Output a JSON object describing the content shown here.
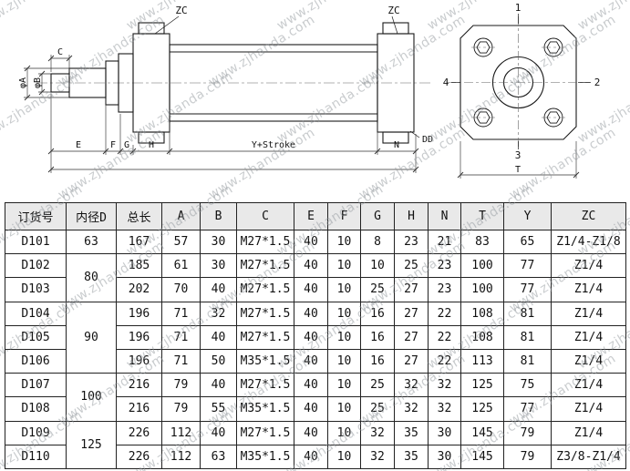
{
  "watermark": {
    "text": "www.zjhanda.com"
  },
  "drawing": {
    "labels": {
      "zc_left": "ZC",
      "zc_right": "ZC",
      "phi_a": "φA",
      "phi_b": "φB",
      "c": "C",
      "e": "E",
      "f": "F",
      "g": "G",
      "h": "H",
      "y_stroke": "Y+Stroke",
      "n": "N",
      "dd": "DD",
      "pos1": "1",
      "pos2": "2",
      "pos3": "3",
      "pos4": "4",
      "t": "T"
    }
  },
  "table": {
    "headers": [
      "订货号",
      "内径D",
      "总长",
      "A",
      "B",
      "C",
      "E",
      "F",
      "G",
      "H",
      "N",
      "T",
      "Y",
      "ZC"
    ],
    "rows": [
      {
        "bore": {
          "value": "63",
          "span": 1
        },
        "cells": [
          "D101",
          "167",
          "57",
          "30",
          "M27*1.5",
          "40",
          "10",
          "8",
          "23",
          "21",
          "83",
          "65",
          "Z1/4-Z1/8"
        ]
      },
      {
        "bore": {
          "value": "80",
          "span": 2
        },
        "cells": [
          "D102",
          "185",
          "61",
          "30",
          "M27*1.5",
          "40",
          "10",
          "10",
          "25",
          "23",
          "100",
          "77",
          "Z1/4"
        ]
      },
      {
        "cells": [
          "D103",
          "202",
          "70",
          "40",
          "M27*1.5",
          "40",
          "10",
          "25",
          "27",
          "23",
          "100",
          "77",
          "Z1/4"
        ]
      },
      {
        "bore": {
          "value": "90",
          "span": 3
        },
        "cells": [
          "D104",
          "196",
          "71",
          "32",
          "M27*1.5",
          "40",
          "10",
          "16",
          "27",
          "22",
          "108",
          "81",
          "Z1/4"
        ]
      },
      {
        "cells": [
          "D105",
          "196",
          "71",
          "40",
          "M27*1.5",
          "40",
          "10",
          "16",
          "27",
          "22",
          "108",
          "81",
          "Z1/4"
        ]
      },
      {
        "cells": [
          "D106",
          "196",
          "71",
          "50",
          "M35*1.5",
          "40",
          "10",
          "16",
          "27",
          "22",
          "113",
          "81",
          "Z1/4"
        ]
      },
      {
        "bore": {
          "value": "100",
          "span": 2
        },
        "cells": [
          "D107",
          "216",
          "79",
          "40",
          "M27*1.5",
          "40",
          "10",
          "25",
          "32",
          "32",
          "125",
          "75",
          "Z1/4"
        ]
      },
      {
        "cells": [
          "D108",
          "216",
          "79",
          "55",
          "M35*1.5",
          "40",
          "10",
          "25",
          "32",
          "32",
          "125",
          "77",
          "Z1/4"
        ]
      },
      {
        "bore": {
          "value": "125",
          "span": 2
        },
        "cells": [
          "D109",
          "226",
          "112",
          "40",
          "M27*1.5",
          "40",
          "10",
          "32",
          "35",
          "30",
          "145",
          "79",
          "Z1/4"
        ]
      },
      {
        "cells": [
          "D110",
          "226",
          "112",
          "63",
          "M35*1.5",
          "40",
          "10",
          "32",
          "35",
          "30",
          "145",
          "79",
          "Z3/8-Z1/4"
        ]
      }
    ]
  }
}
